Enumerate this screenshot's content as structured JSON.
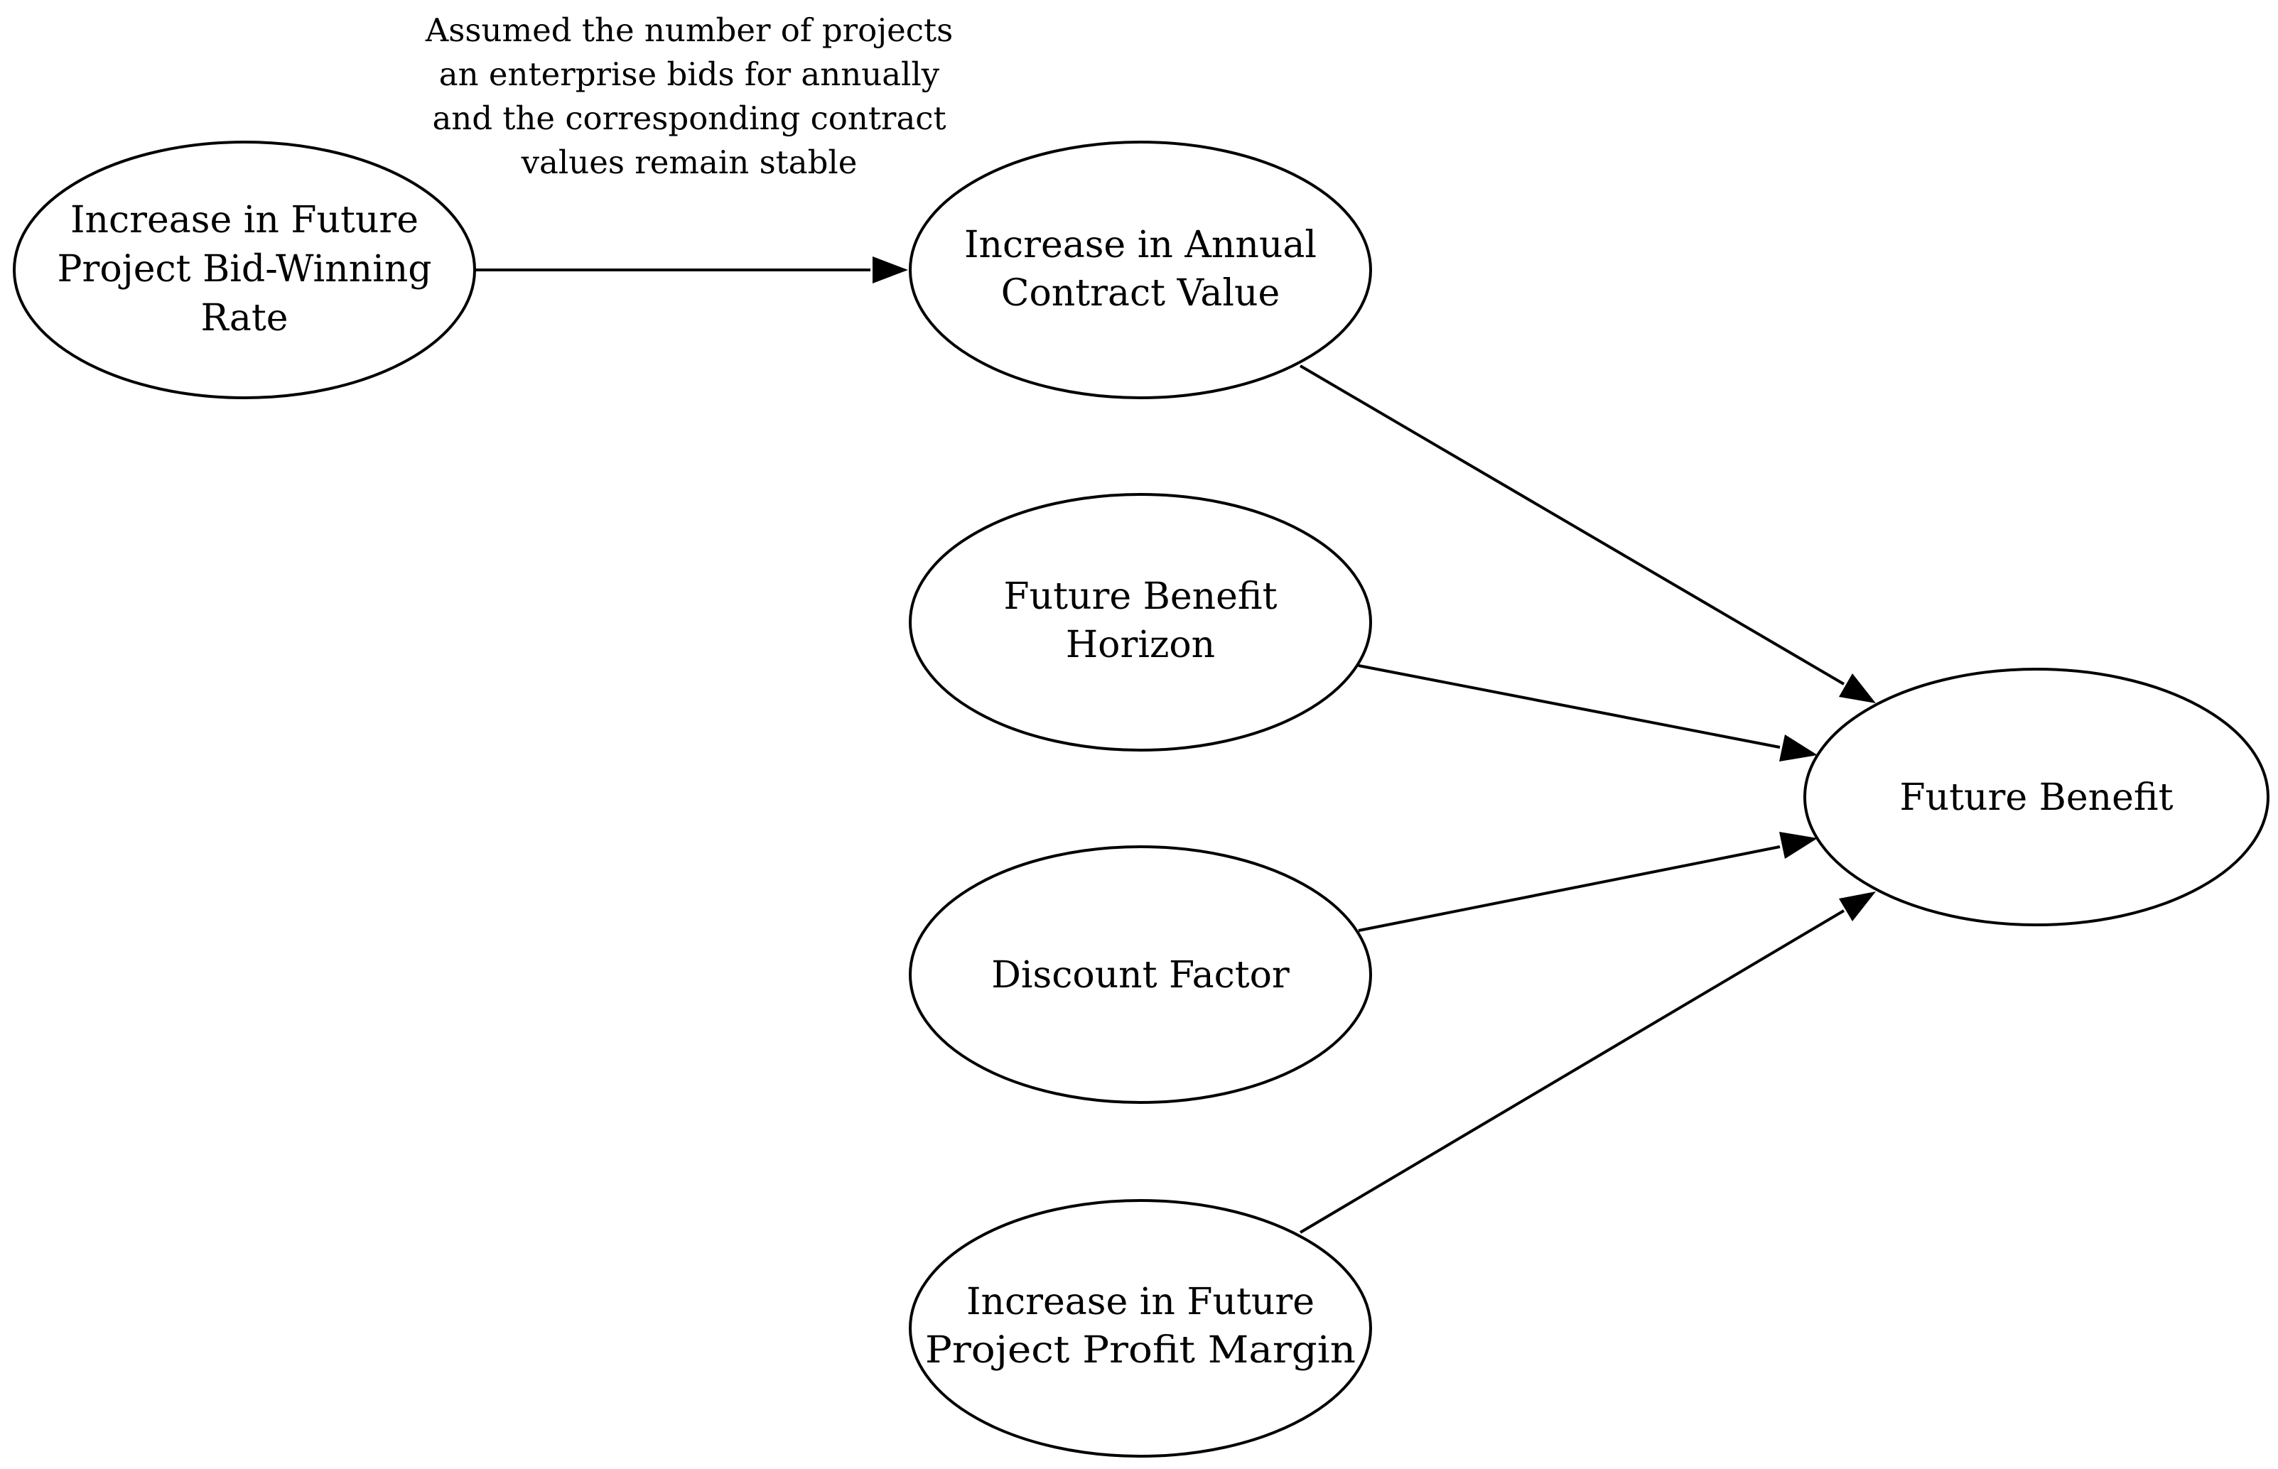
{
  "diagram": {
    "annotation": {
      "lines": [
        "Assumed the number of projects",
        "an enterprise bids for annually",
        "and the corresponding contract",
        "values remain stable"
      ]
    },
    "nodes": {
      "bid_rate": {
        "lines": [
          "Increase in Future",
          "Project Bid-Winning",
          "Rate"
        ]
      },
      "contract_value": {
        "lines": [
          "Increase in Annual",
          "Contract Value"
        ]
      },
      "benefit_horizon": {
        "lines": [
          "Future Benefit",
          "Horizon"
        ]
      },
      "discount_factor": {
        "lines": [
          "Discount Factor"
        ]
      },
      "profit_margin": {
        "lines": [
          "Increase in Future",
          "Project Profit Margin"
        ]
      },
      "future_benefit": {
        "lines": [
          "Future Benefit"
        ]
      }
    },
    "edges": [
      {
        "from": "bid_rate",
        "to": "contract_value"
      },
      {
        "from": "contract_value",
        "to": "future_benefit"
      },
      {
        "from": "benefit_horizon",
        "to": "future_benefit"
      },
      {
        "from": "discount_factor",
        "to": "future_benefit"
      },
      {
        "from": "profit_margin",
        "to": "future_benefit"
      }
    ]
  }
}
